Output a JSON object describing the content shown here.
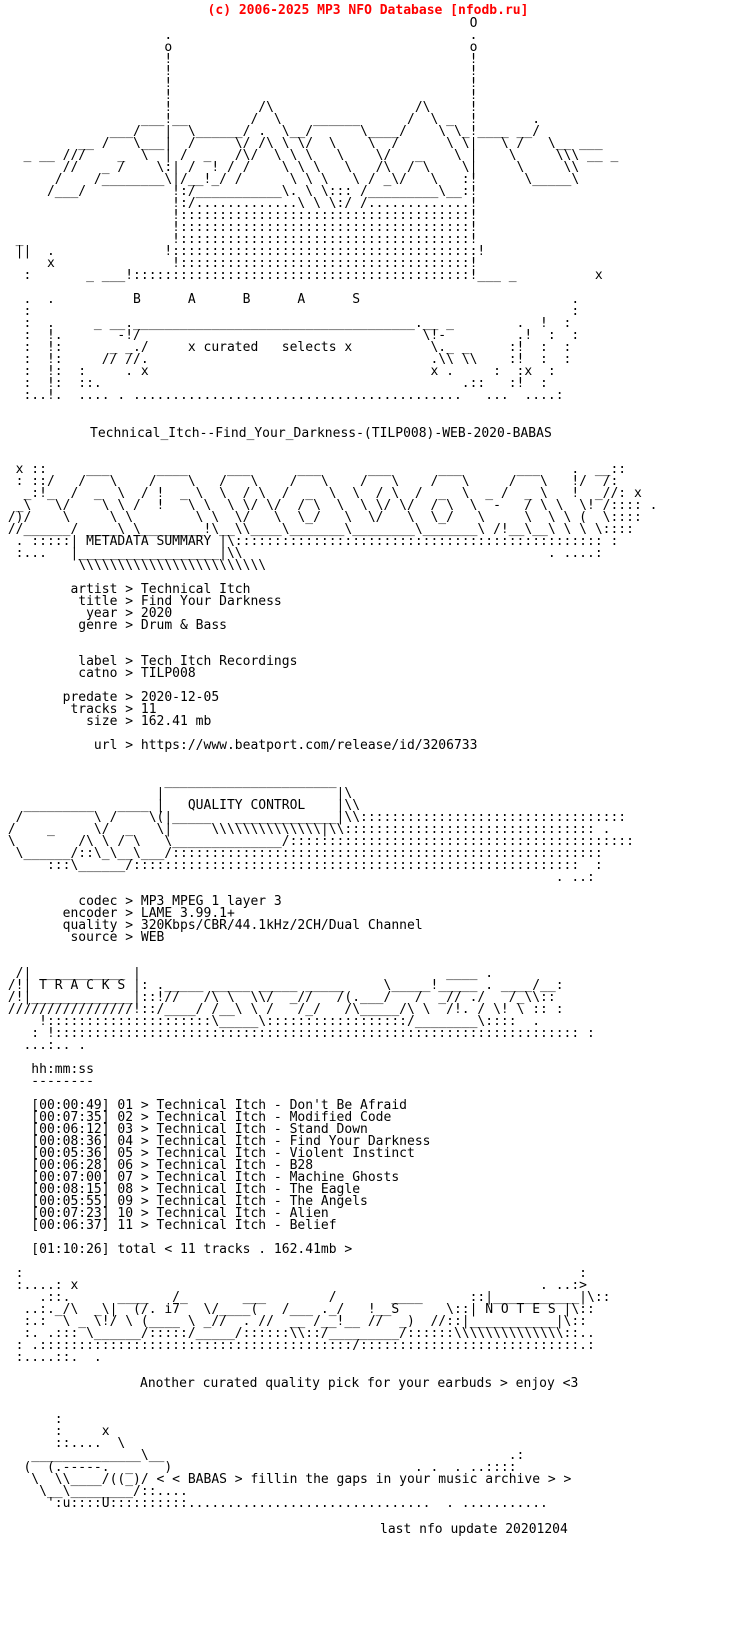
{
  "header": {
    "copyright": "(c) 2006-2025 MP3 NFO Database [nfodb.ru]",
    "copyright_color": "#ff0000"
  },
  "release": {
    "name": "Technical_Itch--Find_Your_Darkness-(TILP008)-WEB-2020-BABAS"
  },
  "ascii_art": {
    "logo_top": [
      "                                                            O",
      "                     .                                      .",
      "                     o                                      o",
      "                     !                                      !",
      "                     !                                      !",
      "                     !                                      !",
      "                     !                                      !",
      "                     !           /\\                  /\\     !",
      "                  ___!__        /  \\    ______      /  \\ _  !       .",
      "              ___/   |  \\______/ .  \\__/      \\____/    \\ \\_!____ __/",
      "          __ /   \\___|  /     \\/ /\\ \\ \\/  \\    \\  /      \\ \\|   \\ /   \\__ ___",
      "   _ __ ///    _  \\  | /  _   /\\/  \\ \\ \\   \\    \\/   _    \\ |    \\     \\\\\\ __ _",
      "        //   _ /    \\:| /  ! / /    \\ \\ \\   \\   /\\  / \\    \\|     \\     \\\\",
      "       /    /________\\|/__!_/ /      \\ \\ \\   \\ / _\\/   \\   :!      \\_____\\",
      "      /___/           !:/___________\\. \\ \\::: /_________\\__:!",
      "                      !:/.............\\ \\ \\:/ /.............!",
      "                      !:::::::::::::::::::::::::::::::::::::!",
      "                      !:::::::::::::::::::::::::::::::::::::!",
      "  _                   !:::::::::::::::::::::::::::::::::::::!",
      "  ||  .              !:::::::::::::::::::::::::::::::::::::::!",
      "      x               !:::::::::::::::::::::::::::::::::::::!",
      "   :       _ ___!:::::::::::::::::::::::::::::::::::::::::::!___ _          x",
      "",
      "   .  .          B      A      B      A      S                           .",
      "   :                                                                     :",
      "   :  .     _ __.____________________________________.__ _        .  !  :",
      "   :  !.       -!/                                    \\!-         .!  :  :",
      "   :  !:      _ _./     x curated   selects x          \\._ _     :!  :  :",
      "   :  !:     // //.                                    .\\\\ \\\\    :!  :  :",
      "   :  !:  :     . x                                    x .     :  :x  :",
      "   :  !:  ::.                                              .::   :!  :",
      "   :..!.  .... . ..........................................   ...  ....:"
    ],
    "metadata_banner": [
      "  x ::     ___      ____     ___      ___      ___      ___       ___    .  __::",
      "  : ::/   /   \\    /    \\   /   \\    /   \\    /   \\    /   \\     /   \\   !/  /:",
      "   _:!_  /  _  \\  / !  _ \\  \\  / \\  /  _  \\  \\  / \\  /  _  \\  _ /  _ \\   !  _//: x",
      "  _\\   \\/    \\ \\ /  !   \\ \\  \\ \\/ \\/  / \\  \\  \\ \\/ \\/  / \\  \\  -   / \\ \\  \\! /:::: .",
      " /)/    \\     \\ \\        \\ \\  \\/   \\  \\_/   \\  \\/   \\  \\_/   \\     \\  \\ \\ (  \\::::",
      " //______/ ____\\ \\________!\\__\\\\____\\_______\\________\\_______\\ /!__\\__\\ \\ \\ \\::::",
      "  . :::::| METADATA SUMMARY |\\::::::::::::::::::::::::::::::::::::::::::::::: :",
      "  :...   |__________________|\\\\                                       . ....:",
      "          \\\\\\\\\\\\\\\\\\\\\\\\\\\\\\\\\\\\\\\\\\\\\\\\"
    ],
    "quality_banner": [
      "                     ______________________",
      "                    |                      |\\",
      "   _________   ____ |   QUALITY CONTROL    |\\\\",
      "  /         \\ /    \\(|_____   _____________|\\\\::::::::::::::::::::::::::::::::::",
      " /    _     \\/  _   \\|     \\\\\\\\\\\\\\\\\\\\\\\\\\\\|\\\\:::::::::::::::::::::::::::::::: .",
      " \\        /\\ \\ / \\   \\______________/::::::::::::::::::::::::::::::::::::::::::::",
      "  \\______/::\\_\\__\\___/:::::::::::::::::::::::::::::::::::::::::::::::::::::::",
      "      :::\\______/:::::::::::::::::::::::::::::::::::::::::::::::::::::::::  :",
      "                                                                       . ..:"
    ],
    "tracks_banner": [
      "  /| ___________ |                                       ____ .",
      " /!| T R A C K S |: ._____ _____ _____ _____     \\_____!_____ . ____/__:",
      " /!|_____________|::!//   /\\ \\  \\\\/  _//   /(.___/   /  _// ./   /_\\\\::",
      " ////////////////!::/____/ /__\\ \\ /   /_/   /\\_____/\\ \\  /!. / \\! \\ :: :",
      "     !:::::::::::::::::::::\\_____\\::::::::::::::::::/________\\::::  .",
      "    : !::::::::::::::::::::::::::::::::::::::::::::::::::::::::::::::::::: :",
      "   ...:.. ."
    ],
    "notes_banner": [
      "  :                                                                       :",
      "  :....: x                                                           . ..:>",
      "     .::.      ____   /_       ___        /       ____      ::|___________|\\::",
      "   ..:._/\\  _\\|  (/. i7   \\/____(   /___ ._/   !__S      \\::| N O T E S |\\::",
      "   :.:  \\ _ \\!/ \\ (____ \\ _//  . //  __ /__!__ //  _)  //::|___________|\\::",
      "   :. .::: \\______/:::::/_____/::::::\\\\::/_________/::::::\\\\\\\\\\\\\\\\\\\\\\\\\\\\::..",
      "  : .::::::::::::::::::::::::::::::::::::::::/::::::::::::::::::::::::::::.:",
      "  :....::.  ."
    ],
    "babas_stamp": [
      "       :",
      "       :     x",
      "       ::....  \\",
      "    ______________\\__                                            .:",
      "   (  (.-----.  _    )                               . .  . ..::::",
      "    \\  \\\\____/((_)/ < < BABAS > fillin the gaps in your music archive > >",
      "     \\__\\________/::....",
      "      ':u::::U::::::::::...............................  . ..........."
    ]
  },
  "metadata": {
    "key_pad": 15,
    "separator": " > ",
    "groups": [
      {
        "blank_after": 2,
        "fields": [
          {
            "key": "artist",
            "value": "Technical Itch"
          },
          {
            "key": "title",
            "value": "Find Your Darkness"
          },
          {
            "key": "year",
            "value": "2020"
          },
          {
            "key": "genre",
            "value": "Drum & Bass"
          }
        ]
      },
      {
        "blank_after": 1,
        "fields": [
          {
            "key": "label",
            "value": "Tech Itch Recordings"
          },
          {
            "key": "catno",
            "value": "TILP008"
          }
        ]
      },
      {
        "blank_after": 1,
        "fields": [
          {
            "key": "predate",
            "value": "2020-12-05"
          },
          {
            "key": "tracks",
            "value": "11"
          },
          {
            "key": "size",
            "value": "162.41 mb"
          }
        ]
      },
      {
        "blank_after": 0,
        "fields": [
          {
            "key": "url",
            "value": "https://www.beatport.com/release/id/3206733"
          }
        ]
      }
    ]
  },
  "quality": {
    "key_pad": 15,
    "separator": " > ",
    "fields": [
      {
        "key": "codec",
        "value": "MP3 MPEG 1 layer 3"
      },
      {
        "key": "encoder",
        "value": "LAME 3.99.1+"
      },
      {
        "key": "quality",
        "value": "320Kbps/CBR/44.1kHz/2CH/Dual Channel"
      },
      {
        "key": "source",
        "value": "WEB"
      }
    ]
  },
  "tracks": {
    "time_header": "hh:mm:ss",
    "time_underline": "--------",
    "items": [
      {
        "time": "00:00:49",
        "num": "01",
        "artist": "Technical Itch",
        "title": "Don't Be Afraid"
      },
      {
        "time": "00:07:35",
        "num": "02",
        "artist": "Technical Itch",
        "title": "Modified Code"
      },
      {
        "time": "00:06:12",
        "num": "03",
        "artist": "Technical Itch",
        "title": "Stand Down"
      },
      {
        "time": "00:08:36",
        "num": "04",
        "artist": "Technical Itch",
        "title": "Find Your Darkness"
      },
      {
        "time": "00:05:36",
        "num": "05",
        "artist": "Technical Itch",
        "title": "Violent Instinct"
      },
      {
        "time": "00:06:28",
        "num": "06",
        "artist": "Technical Itch",
        "title": "B28"
      },
      {
        "time": "00:07:00",
        "num": "07",
        "artist": "Technical Itch",
        "title": "Machine Ghosts"
      },
      {
        "time": "00:08:15",
        "num": "08",
        "artist": "Technical Itch",
        "title": "The Eagle"
      },
      {
        "time": "00:05:55",
        "num": "09",
        "artist": "Technical Itch",
        "title": "The Angels"
      },
      {
        "time": "00:07:23",
        "num": "10",
        "artist": "Technical Itch",
        "title": "Alien"
      },
      {
        "time": "00:06:37",
        "num": "11",
        "artist": "Technical Itch",
        "title": "Belief"
      }
    ],
    "total": {
      "time": "01:10:26",
      "text": "total < 11 tracks . 162.41mb >"
    }
  },
  "notes": {
    "message": "Another curated quality pick for your earbuds > enjoy <3"
  },
  "footer": {
    "last_update": "last nfo update 20201204"
  }
}
